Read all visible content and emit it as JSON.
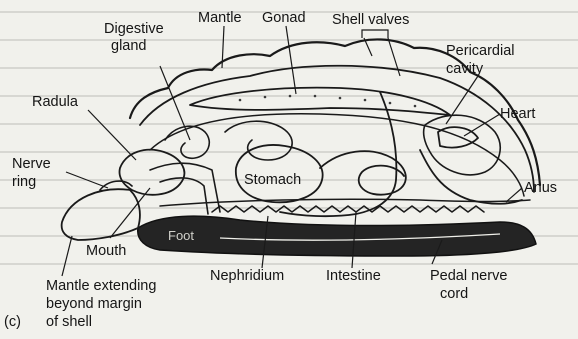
{
  "figure": {
    "panel_letter": "(c)",
    "labels": {
      "digestive_gland": [
        "Digestive",
        "gland"
      ],
      "mantle": "Mantle",
      "gonad": "Gonad",
      "shell_valves": "Shell valves",
      "pericardial_cavity": [
        "Pericardial",
        "cavity"
      ],
      "radula": "Radula",
      "heart": "Heart",
      "nerve_ring": [
        "Nerve",
        "ring"
      ],
      "anus": "Anus",
      "stomach": "Stomach",
      "mouth": "Mouth",
      "foot": "Foot",
      "mantle_extending": [
        "Mantle extending",
        "beyond margin",
        "of shell"
      ],
      "nephridium": "Nephridium",
      "intestine": "Intestine",
      "pedal_nerve_cord": [
        "Pedal nerve",
        "cord"
      ]
    }
  }
}
